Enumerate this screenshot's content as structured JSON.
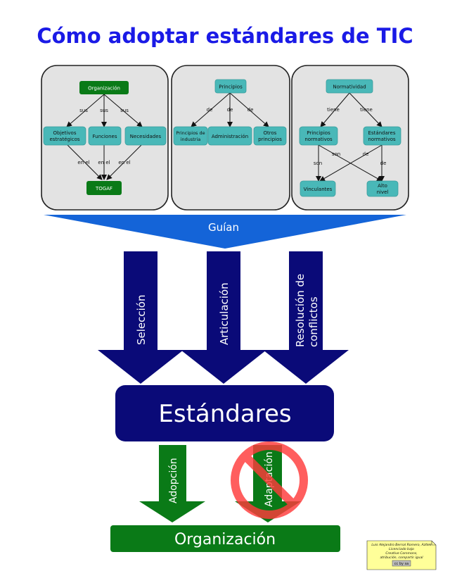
{
  "title": "Cómo adoptar estándares de TIC",
  "panels": {
    "left": {
      "root": "Organización",
      "edge_sus": "sus",
      "edge_en_el": "en el",
      "n1": [
        "Objetivos",
        "estratégicos"
      ],
      "n2": "Funciones",
      "n3": "Necesidades",
      "target": "TOGAF"
    },
    "middle": {
      "root": "Principios",
      "edge_de": "de",
      "n1": [
        "Principios de",
        "industria"
      ],
      "n2": "Administración",
      "n3": [
        "Otros",
        "principios"
      ]
    },
    "right": {
      "root": "Normatividad",
      "edge_tiene": "tiene",
      "edge_son": "son",
      "edge_de": "de",
      "n1": [
        "Principios",
        "normativos"
      ],
      "n2": [
        "Estándares",
        "normativos"
      ],
      "n3": "Vinculantes",
      "n4": [
        "Alto",
        "nivel"
      ]
    }
  },
  "funnel_label": "Guían",
  "arrows": {
    "a1": "Selección",
    "a2": "Articulación",
    "a3": [
      "Resolución de",
      "conflictos"
    ]
  },
  "standards_label": "Estándares",
  "bottom_arrows": {
    "adopt": "Adopción",
    "adapt": "Adaptación"
  },
  "organization_label": "Organización",
  "license": [
    "Luis Alejandro Bernal Romero, Aztlek",
    "Licenciado bajo",
    "Creative Commons,",
    "atribución, compartir igual"
  ],
  "license_badge": "cc by sa",
  "colors": {
    "navy": "#0a0a78",
    "funnel": "#1464d8",
    "green": "#0a7a17",
    "teal": "#49b8b8",
    "prohibit": "#ff3b3b",
    "title": "#1a1ae6"
  }
}
